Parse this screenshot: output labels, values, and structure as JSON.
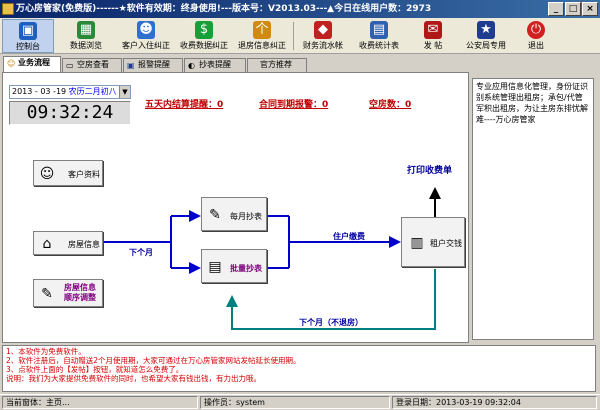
{
  "window": {
    "title": "万心房管家(免费版)------★软件有效期：终身使用!---版本号：V2013.03---▲今日在线用户数：2973",
    "buttons": [
      "_",
      "□",
      "×"
    ]
  },
  "toolbar": [
    {
      "label": "控制台",
      "icon": "console-icon",
      "active": true
    },
    {
      "label": "数据浏览",
      "icon": "data-browse-icon",
      "active": false
    },
    {
      "label": "客户入住纠正",
      "icon": "checkin-fix-icon",
      "active": false
    },
    {
      "label": "收费数据纠正",
      "icon": "fee-fix-icon",
      "active": false
    },
    {
      "label": "退房信息纠正",
      "icon": "checkout-fix-icon",
      "active": false
    },
    {
      "label": "财务流水帐",
      "icon": "finance-ledger-icon",
      "active": false
    },
    {
      "label": "收费统计表",
      "icon": "fee-stats-icon",
      "active": false
    },
    {
      "label": "发  帖",
      "icon": "post-icon",
      "active": false
    },
    {
      "label": "公安局专用",
      "icon": "police-icon",
      "active": false
    },
    {
      "label": "退出",
      "icon": "exit-icon",
      "active": false
    }
  ],
  "tabs": [
    {
      "label": "业务流程",
      "active": true
    },
    {
      "label": "空房查看",
      "active": false
    },
    {
      "label": "报警提醒",
      "active": false
    },
    {
      "label": "抄表提醒",
      "active": false
    },
    {
      "label": "官方推荐",
      "active": false
    }
  ],
  "date": {
    "value": "2013 - 03 -19",
    "lunar": "农历二月初八"
  },
  "clock": "09:32:24",
  "alerts": [
    {
      "label": "五天内结算提醒：0"
    },
    {
      "label": "合同到期报警：0"
    },
    {
      "label": "空房数：0"
    }
  ],
  "flow": {
    "customer": "客户资料",
    "house": "房屋信息",
    "house_adjust": "房屋信息\n顺序调整",
    "meter": "每月抄表",
    "batch_meter": "批量抄表",
    "tenant": "租户交钱",
    "print_receipt": "打印收费单",
    "next_month": "下个月",
    "pay": "住户缴费",
    "next_month_no_checkout": "下个月（不退房）"
  },
  "side_text": "专业应用信息化管理，身份证识别系统管理出租房；承包/代管军积出租房，为让主房东排忧解难----万心房管家",
  "notices": [
    "1、本软件为免费软件。",
    "2、软件注册后，自动赠送2个月使用期，大家可通过在万心房管家网站发帖延长使用期。",
    "3、点软件上面的【发帖】按钮，就知道怎么免费了。",
    "说明：我们为大家提供免费软件的同时，也希望大家有钱出钱，有力出力哦。"
  ],
  "status": {
    "current_window": "当前窗体：主页...",
    "operator": "操作员：system",
    "login_date": "登录日期：2013-03-19 09:32:04"
  }
}
